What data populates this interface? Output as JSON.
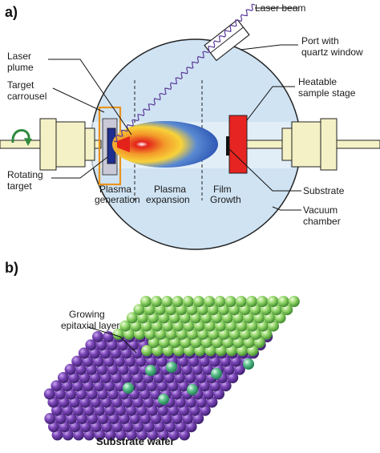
{
  "panel_a": {
    "panel_label": "a)",
    "labels": {
      "laser_beam": "Laser beam",
      "port_line1": "Port with",
      "port_line2": "quartz window",
      "laser_plume_line1": "Laser",
      "laser_plume_line2": "plume",
      "target_carrousel_line1": "Target",
      "target_carrousel_line2": "carrousel",
      "heatable_stage_line1": "Heatable",
      "heatable_stage_line2": "sample stage",
      "rotating_target_line1": "Rotating",
      "rotating_target_line2": "target",
      "plasma_generation_line1": "Plasma",
      "plasma_generation_line2": "generation",
      "plasma_expansion_line1": "Plasma",
      "plasma_expansion_line2": "expansion",
      "film_growth_line1": "Film",
      "film_growth_line2": "Growth",
      "substrate": "Substrate",
      "vacuum_chamber_line1": "Vacuum",
      "vacuum_chamber_line2": "chamber"
    },
    "colors": {
      "chamber_fill": "#cfe3f3",
      "flange_fill": "#f4f1c6",
      "plume_outer": "#2e57b5",
      "plume_inner": "#f7d23a",
      "plume_core": "#e3231b",
      "stage_red": "#e62421",
      "target_blue": "#1f2f8e",
      "carrousel_orange": "#e8941f",
      "beam_purple": "#5b3a9a",
      "arrow_green": "#2f8a3d"
    }
  },
  "panel_b": {
    "panel_label": "b)",
    "labels": {
      "growing_layer_line1": "Growing",
      "growing_layer_line2": "epitaxial layer",
      "substrate_wafer": "Substrate wafer"
    },
    "colors": {
      "substrate_atom": "#6a3ca0",
      "layer_atom": "#8ed26a",
      "adatom": "#5cc08a"
    }
  }
}
